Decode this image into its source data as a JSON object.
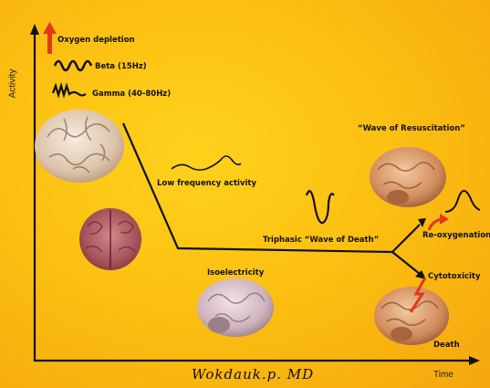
{
  "axes": {
    "y_label": "Activity",
    "x_label": "Time"
  },
  "legend": {
    "oxygen": "Oxygen depletion",
    "beta": "Beta (15Hz)",
    "gamma": "Gamma (40-80Hz)"
  },
  "labels": {
    "low_freq": "Low frequency activity",
    "isoelectricity": "Isoelectricity",
    "triphasic": "Triphasic “Wave of Death”",
    "wave_resuscitation": "“Wave of Resuscitation”",
    "reoxygenation": "Re-oxygenation",
    "cytotoxicity": "Cytotoxicity",
    "death": "Death"
  },
  "signature": "Wokdauk.p. MD",
  "colors": {
    "background": "#fcc012",
    "arrow_red": "#e0391a",
    "brain_healthy": "#e8d8c6",
    "brain_coronal": "#a8555a",
    "brain_damaged": "#c98a5e"
  },
  "icons": [
    "oxygen-arrow-icon",
    "beta-wave-icon",
    "gamma-wave-icon",
    "brain-icon",
    "lightning-icon"
  ]
}
